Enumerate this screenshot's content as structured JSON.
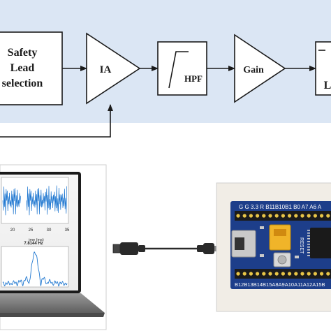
{
  "block_diagram": {
    "background_color": "#dbe6f4",
    "blocks": {
      "safety_line1": "Safety",
      "safety_line2": "Lead",
      "safety_line3": "selection",
      "ia": "IA",
      "hpf": "HPF",
      "gain": "Gain",
      "lpf_partial": "L"
    }
  },
  "laptop": {
    "time_axis_label": "ime (ms)",
    "time_ticks": [
      "20",
      "25",
      "30",
      "35"
    ],
    "freq_label": "7.8144 Hz",
    "signal_color": "#1f77d0"
  },
  "cable": {
    "connector_color": "#444444"
  },
  "board": {
    "pcb_color": "#1d3e8a",
    "top_pins": "G G 3.3 R B11B10B1 B0 A7 A6 A",
    "bottom_pins": "B12B13B14B15A8A9A10A11A12A15B",
    "reset_label": "RESET",
    "jumper_color": "#f0b429"
  }
}
